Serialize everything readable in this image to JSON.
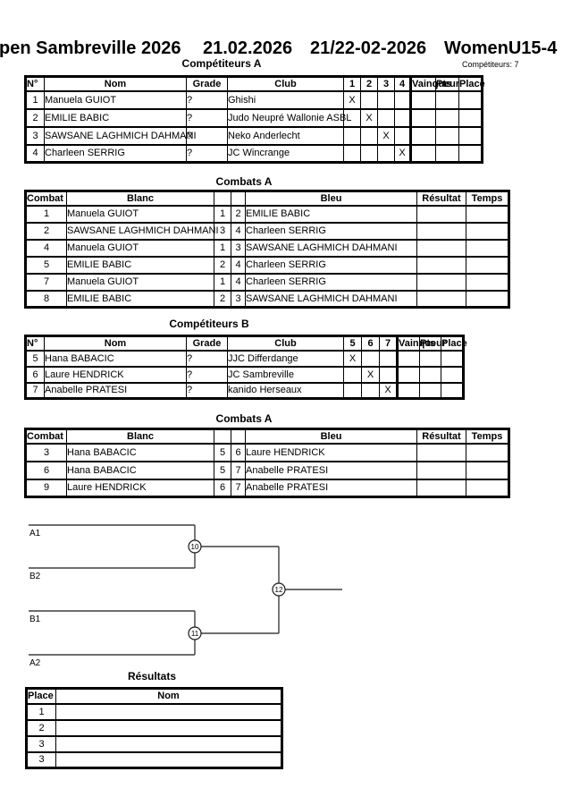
{
  "page": {
    "title_part1": "pen Sambreville 2026",
    "title_part2": "21.02.2026",
    "title_part3": "21/22-02-2026",
    "title_part4": "WomenU15-4",
    "competitors_count": "Compétiteurs: 7"
  },
  "pool_a": {
    "heading": "Compétiteurs A",
    "headers": {
      "no": "N°",
      "nom": "Nom",
      "grade": "Grade",
      "club": "Club",
      "win": "Vainqueur",
      "pts": "Pts",
      "place": "Place"
    },
    "cols": [
      "1",
      "2",
      "3",
      "4"
    ],
    "rows": [
      {
        "no": "1",
        "nom": "Manuela GUIOT",
        "grade": "?",
        "club": "Ghishi",
        "marks": [
          "X",
          "",
          "",
          ""
        ]
      },
      {
        "no": "2",
        "nom": "EMILIE BABIC",
        "grade": "?",
        "club": "Judo Neupré Wallonie ASBL",
        "marks": [
          "",
          "X",
          "",
          ""
        ]
      },
      {
        "no": "3",
        "nom": "SAWSANE LAGHMICH DAHMANI",
        "grade": "?",
        "club": "Neko Anderlecht",
        "marks": [
          "",
          "",
          "X",
          ""
        ]
      },
      {
        "no": "4",
        "nom": "Charleen SERRIG",
        "grade": "?",
        "club": "JC Wincrange",
        "marks": [
          "",
          "",
          "",
          "X"
        ]
      }
    ]
  },
  "combats_a": {
    "heading": "Combats A",
    "headers": {
      "combat": "Combat",
      "blanc": "Blanc",
      "bleu": "Bleu",
      "resultat": "Résultat",
      "temps": "Temps"
    },
    "rows": [
      {
        "combat": "1",
        "blanc": "Manuela GUIOT",
        "wn": "1",
        "bn": "2",
        "bleu": "EMILIE BABIC",
        "resultat": "",
        "temps": ""
      },
      {
        "combat": "2",
        "blanc": "SAWSANE LAGHMICH DAHMANI",
        "wn": "3",
        "bn": "4",
        "bleu": "Charleen SERRIG",
        "resultat": "",
        "temps": ""
      },
      {
        "combat": "4",
        "blanc": "Manuela GUIOT",
        "wn": "1",
        "bn": "3",
        "bleu": "SAWSANE LAGHMICH DAHMANI",
        "resultat": "",
        "temps": ""
      },
      {
        "combat": "5",
        "blanc": "EMILIE BABIC",
        "wn": "2",
        "bn": "4",
        "bleu": "Charleen SERRIG",
        "resultat": "",
        "temps": ""
      },
      {
        "combat": "7",
        "blanc": "Manuela GUIOT",
        "wn": "1",
        "bn": "4",
        "bleu": "Charleen SERRIG",
        "resultat": "",
        "temps": ""
      },
      {
        "combat": "8",
        "blanc": "EMILIE BABIC",
        "wn": "2",
        "bn": "3",
        "bleu": "SAWSANE LAGHMICH DAHMANI",
        "resultat": "",
        "temps": ""
      }
    ]
  },
  "pool_b": {
    "heading": "Compétiteurs B",
    "headers": {
      "no": "N°",
      "nom": "Nom",
      "grade": "Grade",
      "club": "Club",
      "win": "Vainqueur",
      "pts": "Pts",
      "place": "Place"
    },
    "cols": [
      "5",
      "6",
      "7"
    ],
    "rows": [
      {
        "no": "5",
        "nom": "Hana BABACIC",
        "grade": "?",
        "club": "JJC Differdange",
        "marks": [
          "X",
          "",
          ""
        ]
      },
      {
        "no": "6",
        "nom": "Laure HENDRICK",
        "grade": "?",
        "club": "JC Sambreville",
        "marks": [
          "",
          "X",
          ""
        ]
      },
      {
        "no": "7",
        "nom": "Anabelle PRATESI",
        "grade": "?",
        "club": "kanido Herseaux",
        "marks": [
          "",
          "",
          "X"
        ]
      }
    ]
  },
  "combats_b": {
    "heading": "Combats A",
    "headers": {
      "combat": "Combat",
      "blanc": "Blanc",
      "bleu": "Bleu",
      "resultat": "Résultat",
      "temps": "Temps"
    },
    "rows": [
      {
        "combat": "3",
        "blanc": "Hana BABACIC",
        "wn": "5",
        "bn": "6",
        "bleu": "Laure HENDRICK",
        "resultat": "",
        "temps": ""
      },
      {
        "combat": "6",
        "blanc": "Hana BABACIC",
        "wn": "5",
        "bn": "7",
        "bleu": "Anabelle PRATESI",
        "resultat": "",
        "temps": ""
      },
      {
        "combat": "9",
        "blanc": "Laure HENDRICK",
        "wn": "6",
        "bn": "7",
        "bleu": "Anabelle PRATESI",
        "resultat": "",
        "temps": ""
      }
    ]
  },
  "bracket": {
    "slots": [
      "A1",
      "B2",
      "B1",
      "A2"
    ],
    "matches": [
      "10",
      "11",
      "12"
    ]
  },
  "results": {
    "heading": "Résultats",
    "headers": {
      "place": "Place",
      "nom": "Nom"
    },
    "rows": [
      {
        "place": "1",
        "nom": ""
      },
      {
        "place": "2",
        "nom": ""
      },
      {
        "place": "3",
        "nom": ""
      },
      {
        "place": "3",
        "nom": ""
      }
    ]
  }
}
